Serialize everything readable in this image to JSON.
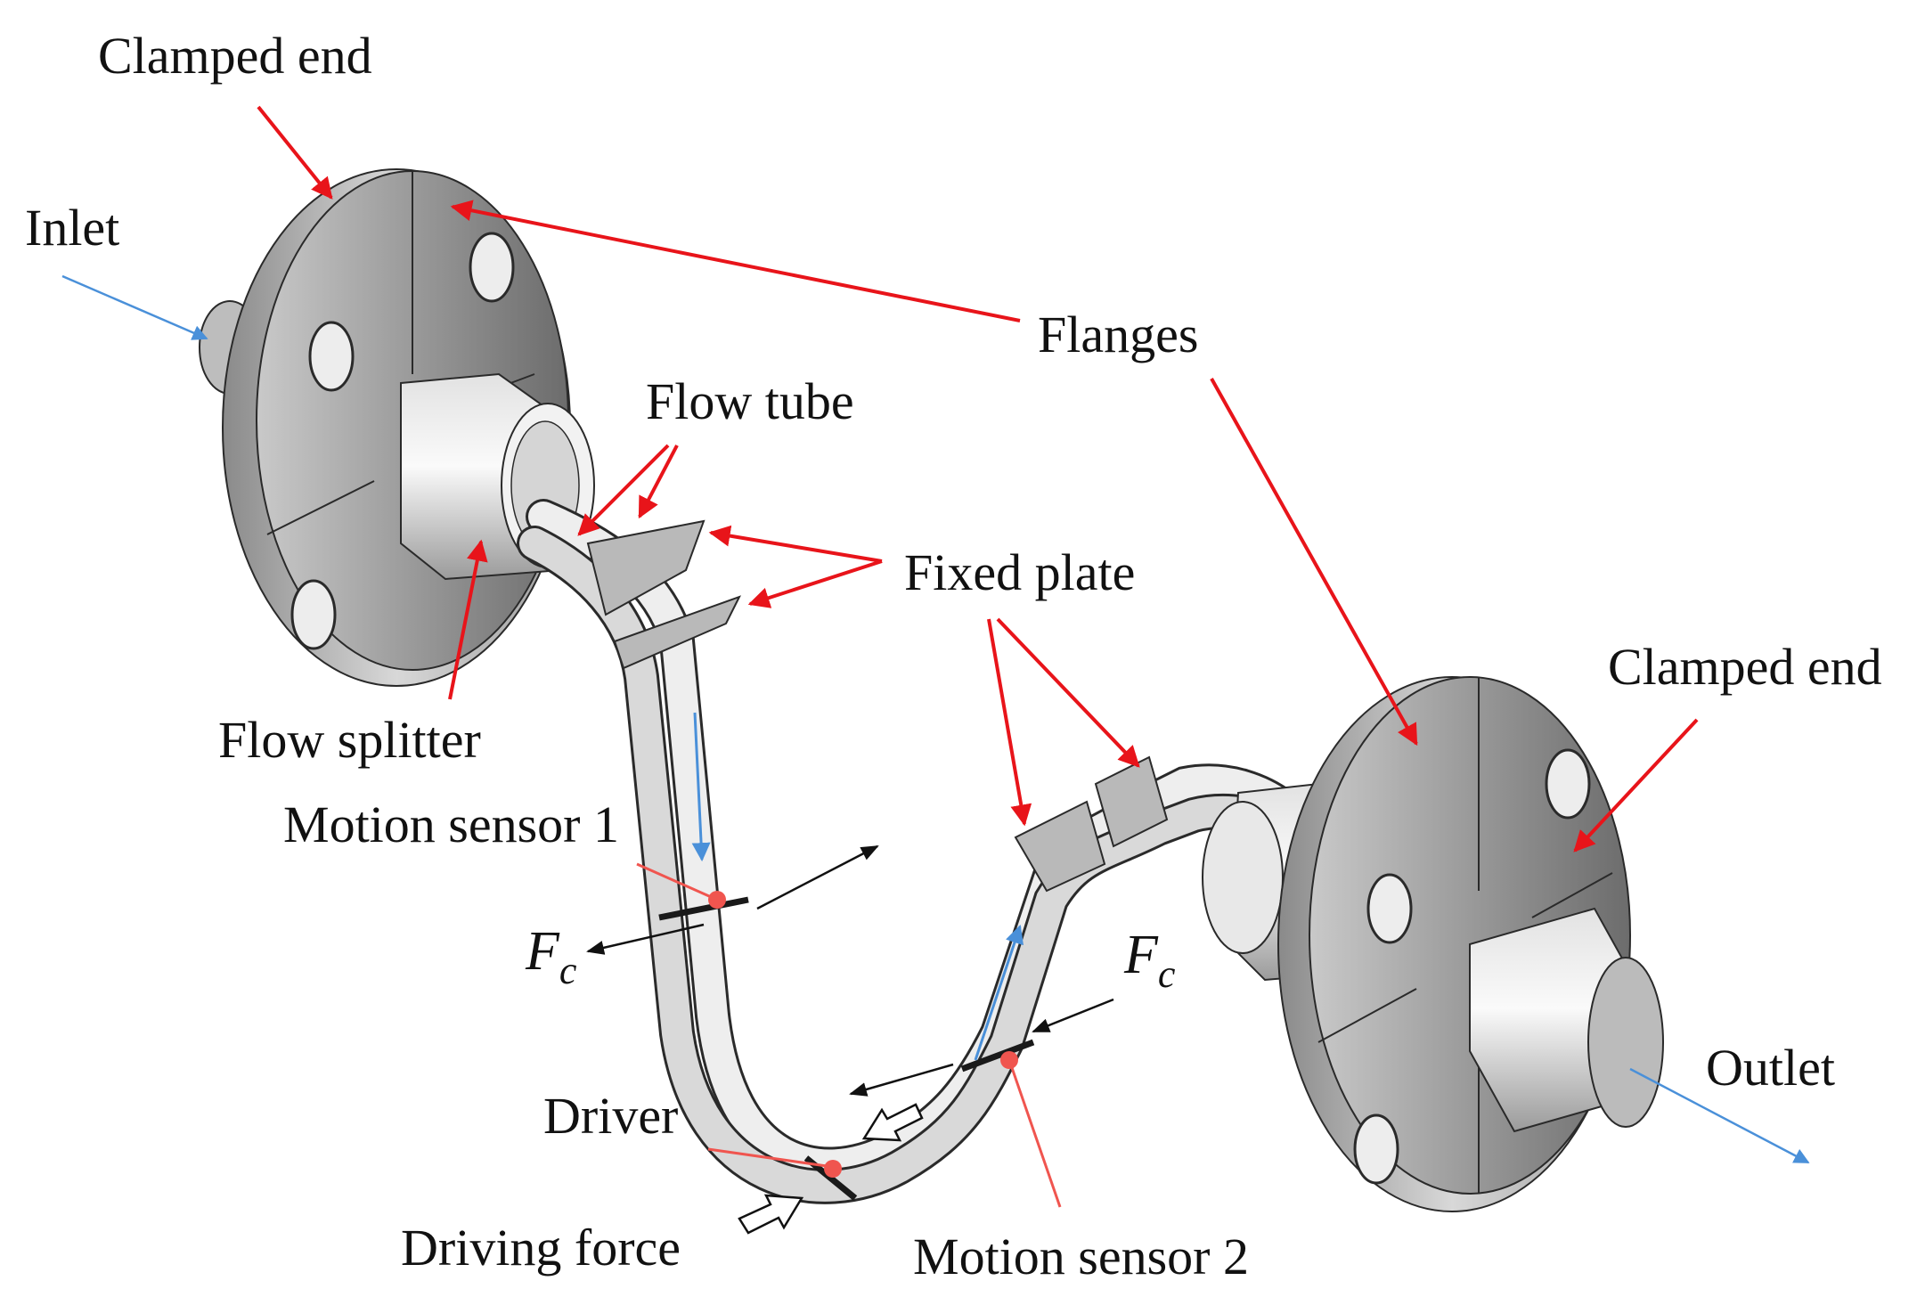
{
  "labels": {
    "clamped_end_left": "Clamped end",
    "clamped_end_right": "Clamped end",
    "inlet": "Inlet",
    "outlet": "Outlet",
    "flanges": "Flanges",
    "flow_tube": "Flow tube",
    "fixed_plate": "Fixed plate",
    "flow_splitter": "Flow splitter",
    "motion_sensor_1": "Motion sensor 1",
    "motion_sensor_2": "Motion sensor 2",
    "driver": "Driver",
    "driving_force": "Driving force",
    "force_symbol": "F",
    "force_subscript": "c"
  },
  "colors": {
    "annotation_arrow": "#e8141a",
    "flow_arrow": "#4a90d9",
    "sensor_dot": "#f0554f",
    "metal_dark": "#6e6e6e",
    "metal_light": "#e6e6e6",
    "edge": "#2a2a2a"
  }
}
